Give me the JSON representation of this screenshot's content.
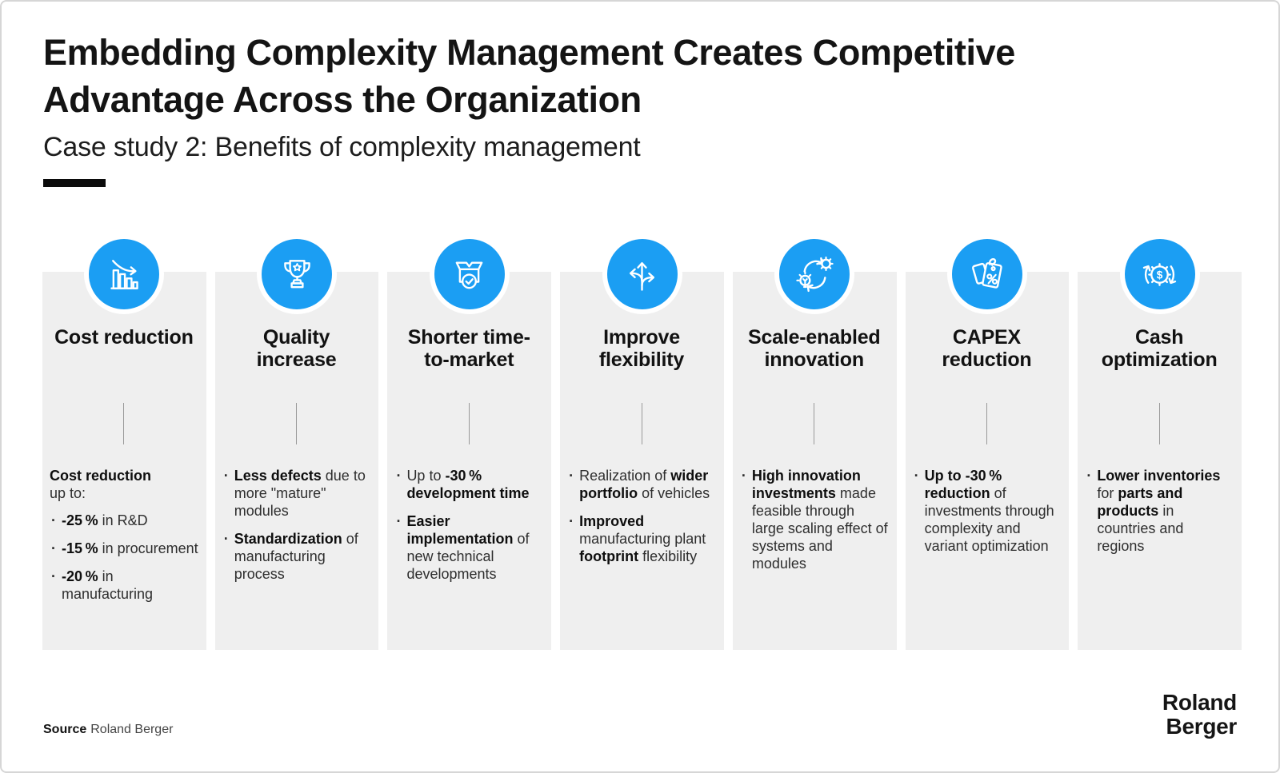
{
  "colors": {
    "accent_blue": "#1B9EF3",
    "panel_gray": "#EFEFEF",
    "title_black": "#141414"
  },
  "header": {
    "title_lines": [
      "Embedding Complexity Management Creates Competitive",
      "Advantage Across the Organization"
    ],
    "subtitle": "Case study 2: Benefits of complexity management"
  },
  "columns": [
    {
      "icon": "declining-chart",
      "title": "Cost reduction",
      "intro": {
        "segments": [
          {
            "t": "Cost reduction",
            "b": true,
            "br": true
          },
          {
            "t": "up to:",
            "b": false
          }
        ]
      },
      "bullets": [
        {
          "segments": [
            {
              "t": "-25 %",
              "b": true
            },
            {
              "t": " in R&D",
              "b": false
            }
          ]
        },
        {
          "segments": [
            {
              "t": "-15 %",
              "b": true
            },
            {
              "t": " in procurement",
              "b": false
            }
          ]
        },
        {
          "segments": [
            {
              "t": "-20 %",
              "b": true
            },
            {
              "t": " in manufacturing",
              "b": false
            }
          ]
        }
      ]
    },
    {
      "icon": "trophy",
      "title": "Quality increase",
      "bullets": [
        {
          "segments": [
            {
              "t": "Less defects",
              "b": true
            },
            {
              "t": " due to more \"mature\" modules",
              "b": false
            }
          ]
        },
        {
          "segments": [
            {
              "t": "Standardization",
              "b": true
            },
            {
              "t": " of manufacturing process",
              "b": false
            }
          ]
        }
      ]
    },
    {
      "icon": "box-check",
      "title": "Shorter time-to-market",
      "bullets": [
        {
          "segments": [
            {
              "t": "Up to ",
              "b": false
            },
            {
              "t": "-30 % development time",
              "b": true
            }
          ]
        },
        {
          "segments": [
            {
              "t": "Easier implementation",
              "b": true
            },
            {
              "t": " of new technical developments",
              "b": false
            }
          ]
        }
      ]
    },
    {
      "icon": "branching-arrows",
      "title": "Improve flexibility",
      "bullets": [
        {
          "segments": [
            {
              "t": "Realization of ",
              "b": false
            },
            {
              "t": "wider portfolio",
              "b": true
            },
            {
              "t": " of vehicles",
              "b": false
            }
          ]
        },
        {
          "segments": [
            {
              "t": "Improved",
              "b": true
            },
            {
              "t": " manufacturing plant ",
              "b": false
            },
            {
              "t": "footprint",
              "b": true
            },
            {
              "t": " flexibility",
              "b": false
            }
          ]
        }
      ]
    },
    {
      "icon": "innovation-cycle",
      "title": "Scale-enabled innovation",
      "bullets": [
        {
          "segments": [
            {
              "t": "High innovation investments",
              "b": true
            },
            {
              "t": " made feasible through large scaling effect of systems and modules",
              "b": false
            }
          ]
        }
      ]
    },
    {
      "icon": "price-tags",
      "title": "CAPEX reduction",
      "bullets": [
        {
          "segments": [
            {
              "t": "Up to -30 % reduction",
              "b": true
            },
            {
              "t": " of investments through complexity and variant optimization",
              "b": false
            }
          ]
        }
      ]
    },
    {
      "icon": "cash-gear",
      "title": "Cash optimization",
      "bullets": [
        {
          "segments": [
            {
              "t": "Lower inventories",
              "b": true
            },
            {
              "t": " for ",
              "b": false
            },
            {
              "t": "parts and products",
              "b": true
            },
            {
              "t": " in countries and regions",
              "b": false
            }
          ]
        }
      ]
    }
  ],
  "footer": {
    "source_label": "Source",
    "source_text": "Roland Berger",
    "logo_lines": [
      "Roland",
      "Berger"
    ]
  }
}
